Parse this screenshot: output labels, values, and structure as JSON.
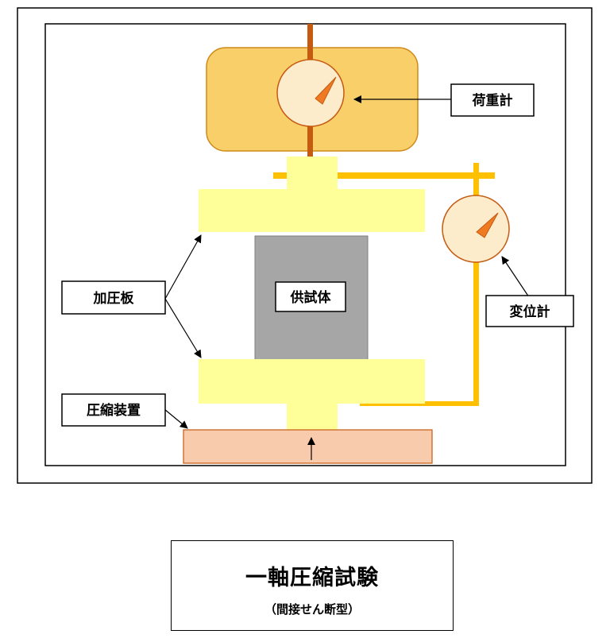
{
  "labels": {
    "load_gauge": "荷重計",
    "displacement_gauge": "変位計",
    "loading_plate": "加圧板",
    "specimen": "供試体",
    "compression_device": "圧縮装置"
  },
  "title": {
    "main": "一軸圧縮試験",
    "sub": "（間接せん断型）"
  },
  "colors": {
    "load_housing": "#f9cf6a",
    "load_housing_border": "#d08a1a",
    "gauge_face": "#fdeccb",
    "gauge_needle": "#ef7a22",
    "rod": "#c55a11",
    "plate": "#ffff99",
    "specimen": "#a6a6a6",
    "displacement_arm": "#ffc000",
    "base": "#f8cbad",
    "base_border": "#c55a11"
  }
}
